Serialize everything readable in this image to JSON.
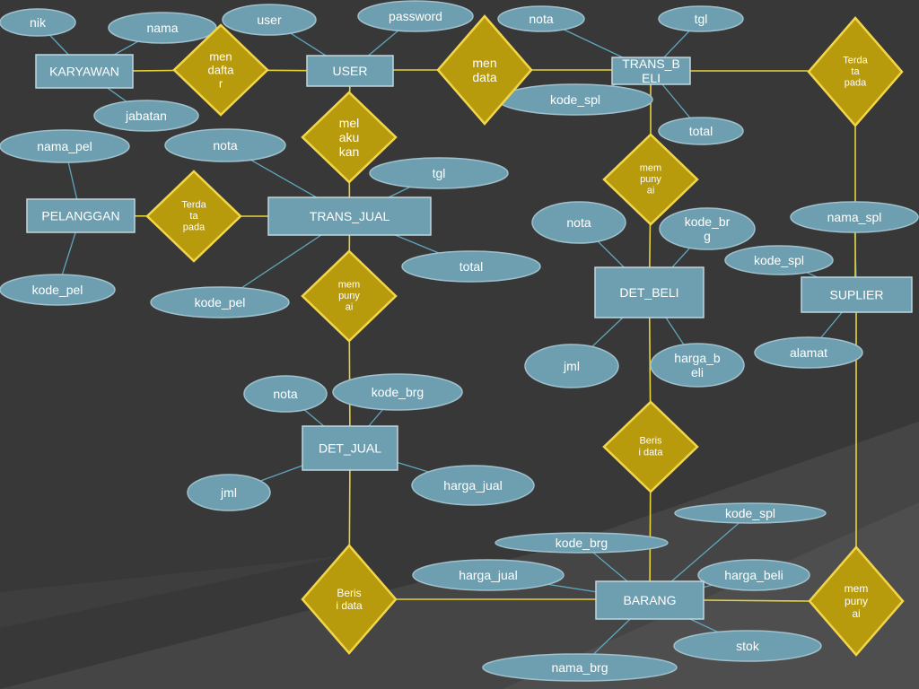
{
  "entities": [
    {
      "id": "karyawan",
      "label": "KARYAWAN"
    },
    {
      "id": "user",
      "label": "USER"
    },
    {
      "id": "trans_beli",
      "label": "TRANS_B|ELI"
    },
    {
      "id": "pelanggan",
      "label": "PELANGGAN"
    },
    {
      "id": "trans_jual",
      "label": "TRANS_JUAL"
    },
    {
      "id": "det_beli",
      "label": "DET_BELI"
    },
    {
      "id": "suplier",
      "label": "SUPLIER"
    },
    {
      "id": "det_jual",
      "label": "DET_JUAL"
    },
    {
      "id": "barang",
      "label": "BARANG"
    }
  ],
  "relationships": [
    {
      "id": "mendaftar",
      "label": "men|dafta|r"
    },
    {
      "id": "mendata",
      "label": "men|data"
    },
    {
      "id": "terdata_pada_top",
      "label": "Terda|ta|pada"
    },
    {
      "id": "melakukan",
      "label": "mel|aku|kan"
    },
    {
      "id": "terdata_pada_mid",
      "label": "Terda|ta|pada"
    },
    {
      "id": "mempunyai_beli",
      "label": "mem|puny|ai"
    },
    {
      "id": "mempunyai_jual",
      "label": "mem|puny|ai"
    },
    {
      "id": "berisi_data_beli",
      "label": "Beris|i data"
    },
    {
      "id": "berisi_data_jual",
      "label": "Beris|i data"
    },
    {
      "id": "mempunyai_barang",
      "label": "mem|puny|ai"
    }
  ],
  "attributes": [
    {
      "id": "nik",
      "label": "nik"
    },
    {
      "id": "nama",
      "label": "nama"
    },
    {
      "id": "jabatan",
      "label": "jabatan"
    },
    {
      "id": "user_attr",
      "label": "user"
    },
    {
      "id": "password",
      "label": "password"
    },
    {
      "id": "nota_tb",
      "label": "nota"
    },
    {
      "id": "tgl_tb",
      "label": "tgl"
    },
    {
      "id": "kode_spl_tb",
      "label": "kode_spl"
    },
    {
      "id": "total_tb",
      "label": "total"
    },
    {
      "id": "nama_pel",
      "label": "nama_pel"
    },
    {
      "id": "kode_pel_p",
      "label": "kode_pel"
    },
    {
      "id": "nota_tj",
      "label": "nota"
    },
    {
      "id": "tgl_tj",
      "label": "tgl"
    },
    {
      "id": "total_tj",
      "label": "total"
    },
    {
      "id": "kode_pel_tj",
      "label": "kode_pel"
    },
    {
      "id": "nota_db",
      "label": "nota"
    },
    {
      "id": "kode_brg_db",
      "label": "kode_br|g"
    },
    {
      "id": "jml_db",
      "label": "jml"
    },
    {
      "id": "harga_beli_db",
      "label": "harga_b|eli"
    },
    {
      "id": "nama_spl",
      "label": "nama_spl"
    },
    {
      "id": "kode_spl_s",
      "label": "kode_spl"
    },
    {
      "id": "alamat",
      "label": "alamat"
    },
    {
      "id": "nota_dj",
      "label": "nota"
    },
    {
      "id": "kode_brg_dj",
      "label": "kode_brg"
    },
    {
      "id": "jml_dj",
      "label": "jml"
    },
    {
      "id": "harga_jual_dj",
      "label": "harga_jual"
    },
    {
      "id": "kode_spl_b",
      "label": "kode_spl"
    },
    {
      "id": "kode_brg_b",
      "label": "kode_brg"
    },
    {
      "id": "harga_jual_b",
      "label": "harga_jual"
    },
    {
      "id": "harga_beli_b",
      "label": "harga_beli"
    },
    {
      "id": "stok",
      "label": "stok"
    },
    {
      "id": "nama_brg",
      "label": "nama_brg"
    }
  ],
  "relationship_links": [
    [
      "karyawan",
      "mendaftar"
    ],
    [
      "mendaftar",
      "user"
    ],
    [
      "user",
      "mendata"
    ],
    [
      "mendata",
      "trans_beli"
    ],
    [
      "trans_beli",
      "terdata_pada_top"
    ],
    [
      "terdata_pada_top",
      "suplier"
    ],
    [
      "user",
      "melakukan"
    ],
    [
      "melakukan",
      "trans_jual"
    ],
    [
      "pelanggan",
      "terdata_pada_mid"
    ],
    [
      "terdata_pada_mid",
      "trans_jual"
    ],
    [
      "trans_jual",
      "mempunyai_jual"
    ],
    [
      "mempunyai_jual",
      "det_jual"
    ],
    [
      "det_jual",
      "berisi_data_jual"
    ],
    [
      "berisi_data_jual",
      "barang"
    ],
    [
      "trans_beli",
      "mempunyai_beli"
    ],
    [
      "mempunyai_beli",
      "det_beli"
    ],
    [
      "det_beli",
      "berisi_data_beli"
    ],
    [
      "berisi_data_beli",
      "barang"
    ],
    [
      "barang",
      "mempunyai_barang"
    ],
    [
      "mempunyai_barang",
      "suplier"
    ]
  ],
  "attribute_links": [
    [
      "karyawan",
      "nik"
    ],
    [
      "karyawan",
      "nama"
    ],
    [
      "karyawan",
      "jabatan"
    ],
    [
      "user",
      "user_attr"
    ],
    [
      "user",
      "password"
    ],
    [
      "trans_beli",
      "nota_tb"
    ],
    [
      "trans_beli",
      "tgl_tb"
    ],
    [
      "trans_beli",
      "kode_spl_tb"
    ],
    [
      "trans_beli",
      "total_tb"
    ],
    [
      "pelanggan",
      "nama_pel"
    ],
    [
      "pelanggan",
      "kode_pel_p"
    ],
    [
      "trans_jual",
      "nota_tj"
    ],
    [
      "trans_jual",
      "tgl_tj"
    ],
    [
      "trans_jual",
      "total_tj"
    ],
    [
      "trans_jual",
      "kode_pel_tj"
    ],
    [
      "det_beli",
      "nota_db"
    ],
    [
      "det_beli",
      "kode_brg_db"
    ],
    [
      "det_beli",
      "jml_db"
    ],
    [
      "det_beli",
      "harga_beli_db"
    ],
    [
      "suplier",
      "nama_spl"
    ],
    [
      "suplier",
      "kode_spl_s"
    ],
    [
      "suplier",
      "alamat"
    ],
    [
      "det_jual",
      "nota_dj"
    ],
    [
      "det_jual",
      "kode_brg_dj"
    ],
    [
      "det_jual",
      "jml_dj"
    ],
    [
      "det_jual",
      "harga_jual_dj"
    ],
    [
      "barang",
      "kode_spl_b"
    ],
    [
      "barang",
      "kode_brg_b"
    ],
    [
      "barang",
      "harga_jual_b"
    ],
    [
      "barang",
      "harga_beli_b"
    ],
    [
      "barang",
      "stok"
    ],
    [
      "barang",
      "nama_brg"
    ]
  ],
  "colors": {
    "background": "#3a3a3a",
    "entity_fill": "#6e9fb0",
    "attribute_fill": "#6e9fb0",
    "relationship_fill": "#b89a0d",
    "relationship_line": "#e8d23a",
    "attribute_line": "#5fa6bd"
  }
}
